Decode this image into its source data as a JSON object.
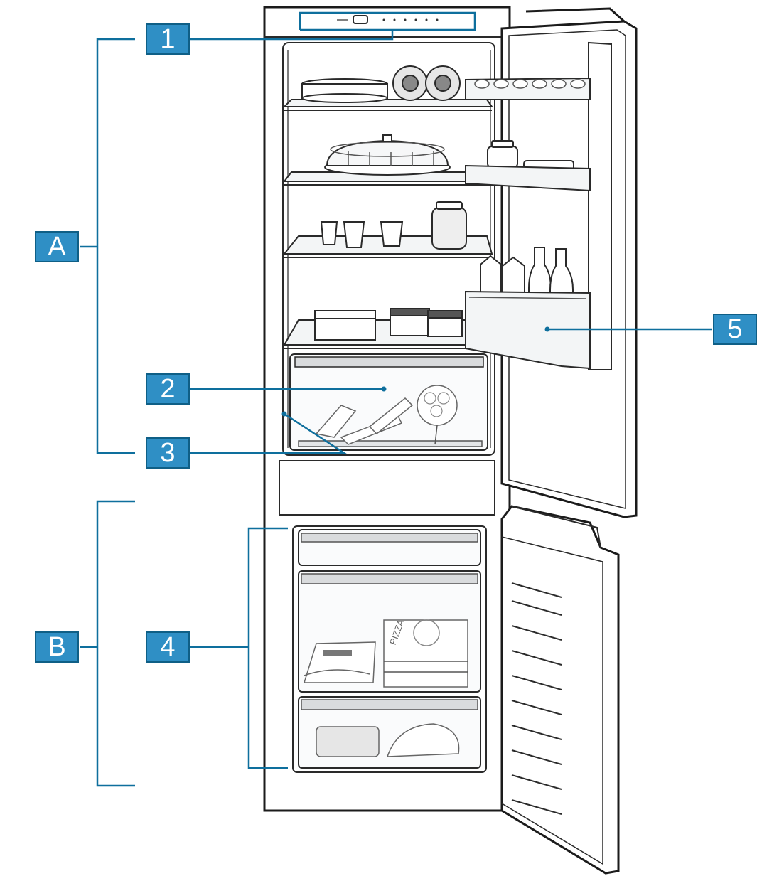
{
  "callouts": {
    "c1": "1",
    "c2": "2",
    "c3": "3",
    "c4": "4",
    "c5": "5",
    "ca": "A",
    "cb": "B"
  },
  "panel": {
    "lock_text": "PIZZA"
  },
  "colors": {
    "accent": "#2f8fc5",
    "accent_border": "#0f5f86",
    "line": "#0e6f9d",
    "outline": "#1b1b1b"
  }
}
